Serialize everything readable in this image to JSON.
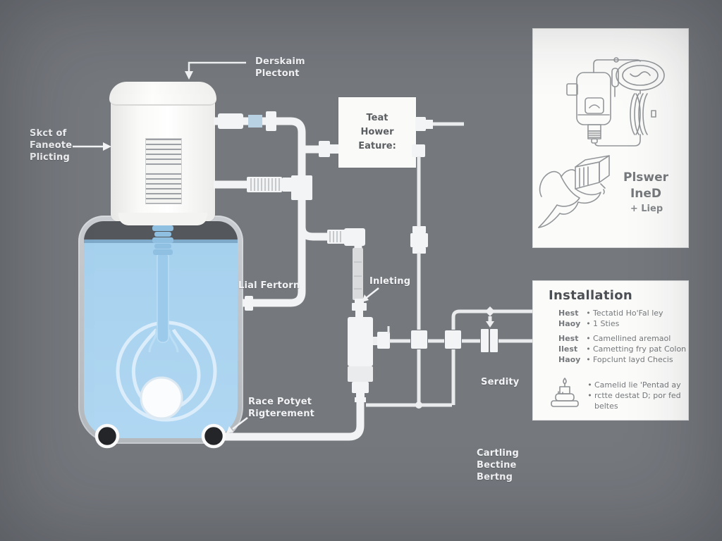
{
  "colors": {
    "background": "#75787d",
    "pipe": "#f2f3f4",
    "water": "#a6d1ee",
    "tube_blue": "#9ccaea",
    "panel_bg": "#fbfbfa",
    "label_text": "#f2f3f4",
    "panel_text": "#76797c",
    "box_text": "#5c5f62",
    "wheel": "#232528"
  },
  "annotations": {
    "left_device_label": "Skct of\nFaneote\nPlicting",
    "top_label": "Derskaim\nPlectont",
    "heater_box_label": "Teat\nHower\nEature:",
    "level_label": "Lial Fertorn",
    "inlet_label": "Inleting",
    "return_label": "Race Potyet\nRigterement",
    "sediment_label": "Serdity",
    "cartling_label": "Cartling\nBectine\nBertng"
  },
  "power_panel": {
    "title": "Plswer\nIneD",
    "subtitle": "+ Liep",
    "icons": [
      "power-adapter-line-art",
      "cable-coil-line-art",
      "hand-holding-plug-line-art"
    ]
  },
  "installation": {
    "title": "Installation",
    "bullet_char": "•",
    "groups": [
      {
        "rows": [
          {
            "key": "Hest",
            "text": "Tectatid Ho'Fal ley"
          },
          {
            "key": "Haoy",
            "text": "1 Sties"
          }
        ]
      },
      {
        "rows": [
          {
            "key": "Hest",
            "text": "Camellined aremaol"
          },
          {
            "key": "Ilest",
            "text": "Cametting fry pat Colon"
          },
          {
            "key": "Haoy",
            "text": "Fopclunt layd Checis"
          }
        ]
      }
    ],
    "notes": [
      {
        "text": "Camelid lie 'Pentad ay"
      },
      {
        "text": "rctte destat D; por fed"
      },
      {
        "text": "beltes"
      }
    ],
    "note_icon": "candle-icon"
  }
}
